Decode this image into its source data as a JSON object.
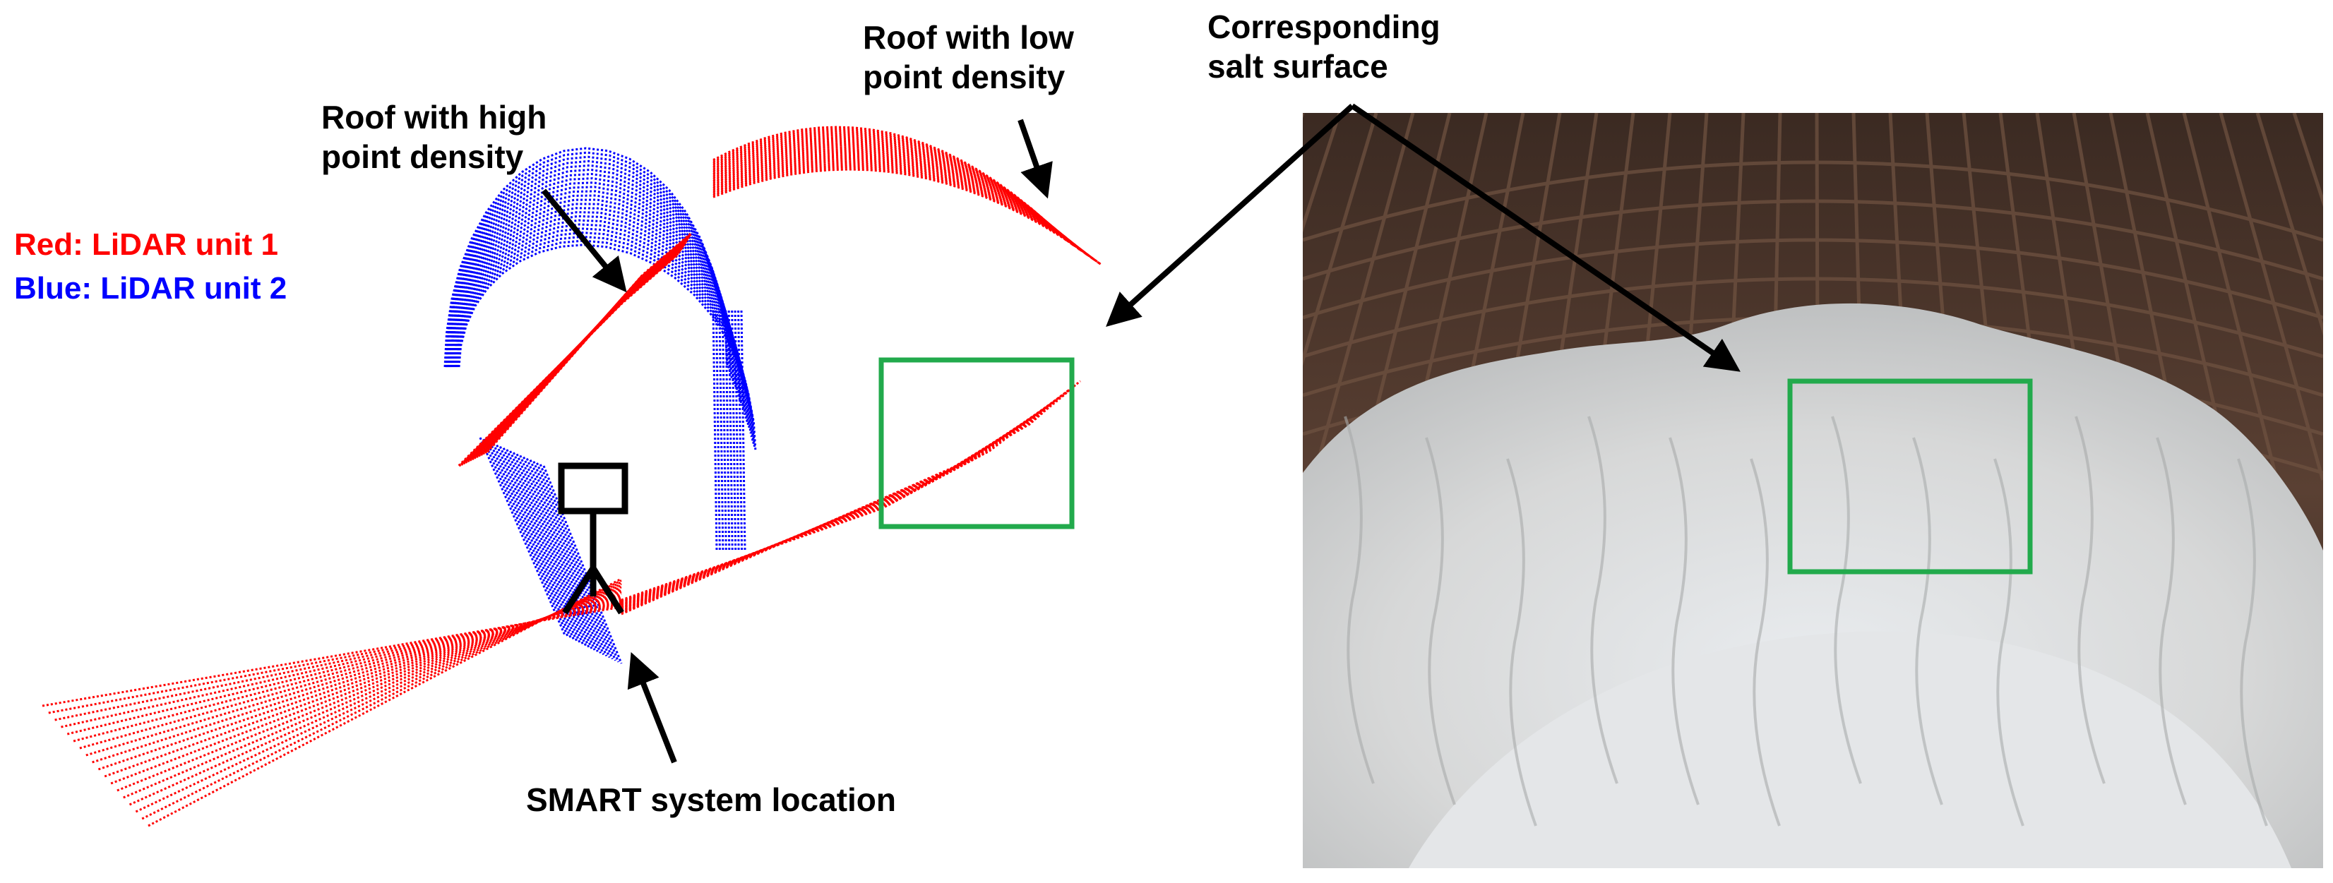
{
  "legend": {
    "unit1": "Red: LiDAR unit 1",
    "unit2": "Blue: LiDAR unit 2",
    "unit1_color": "#ff0000",
    "unit2_color": "#0000ff"
  },
  "annotations": {
    "roof_high_density": "Roof with high\npoint density",
    "roof_low_density": "Roof with low\npoint density",
    "corresponding_surface": "Corresponding\nsalt surface",
    "system_location": "SMART system location"
  },
  "highlight_color": "#22aa4c",
  "icons": {
    "system_marker": "tripod-icon"
  }
}
